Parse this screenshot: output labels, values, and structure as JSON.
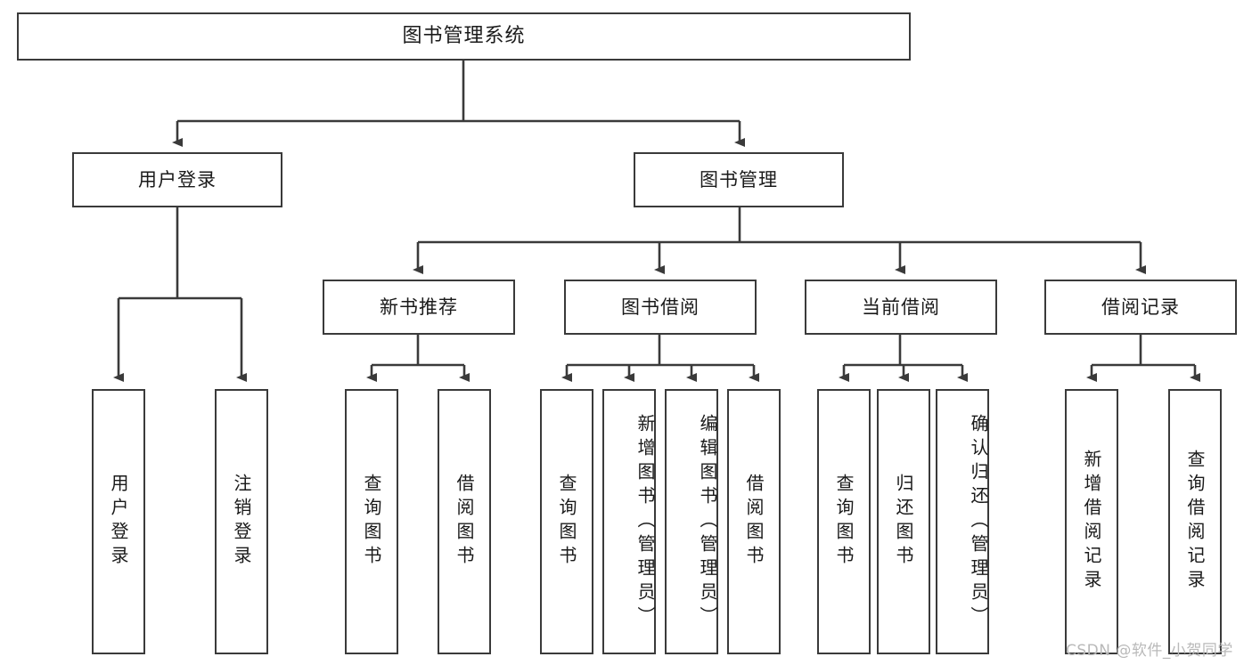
{
  "diagram": {
    "type": "tree",
    "title": "图书管理系统",
    "style": {
      "box_border_color": "#3a3a3a",
      "box_fill_color": "#ffffff",
      "line_color": "#3a3a3a",
      "text_color": "#1a1a1a",
      "background": "#ffffff"
    },
    "nodes": {
      "root": {
        "label": "图书管理系统"
      },
      "level2": [
        {
          "id": "user-login",
          "label": "用户登录"
        },
        {
          "id": "book-manage",
          "label": "图书管理"
        }
      ],
      "level3": [
        {
          "id": "new-book-recommend",
          "label": "新书推荐"
        },
        {
          "id": "book-borrow",
          "label": "图书借阅"
        },
        {
          "id": "current-borrow",
          "label": "当前借阅"
        },
        {
          "id": "borrow-record",
          "label": "借阅记录"
        }
      ],
      "leaves": {
        "user-login": [
          {
            "id": "leaf-user-login",
            "label": "用户登录"
          },
          {
            "id": "leaf-logout",
            "label": "注销登录"
          }
        ],
        "new-book-recommend": [
          {
            "id": "leaf-query-book-1",
            "label": "查询图书"
          },
          {
            "id": "leaf-borrow-book-1",
            "label": "借阅图书"
          }
        ],
        "book-borrow": [
          {
            "id": "leaf-query-book-2",
            "label": "查询图书"
          },
          {
            "id": "leaf-add-book",
            "label": "新增图书（管理员）"
          },
          {
            "id": "leaf-edit-book",
            "label": "编辑图书（管理员）"
          },
          {
            "id": "leaf-borrow-book-2",
            "label": "借阅图书"
          }
        ],
        "current-borrow": [
          {
            "id": "leaf-query-book-3",
            "label": "查询图书"
          },
          {
            "id": "leaf-return-book",
            "label": "归还图书"
          },
          {
            "id": "leaf-confirm-return",
            "label": "确认归还（管理员）"
          }
        ],
        "borrow-record": [
          {
            "id": "leaf-add-record",
            "label": "新增借阅记录"
          },
          {
            "id": "leaf-query-record",
            "label": "查询借阅记录"
          }
        ]
      }
    },
    "watermark": "CSDN @软件_小贺同学"
  }
}
